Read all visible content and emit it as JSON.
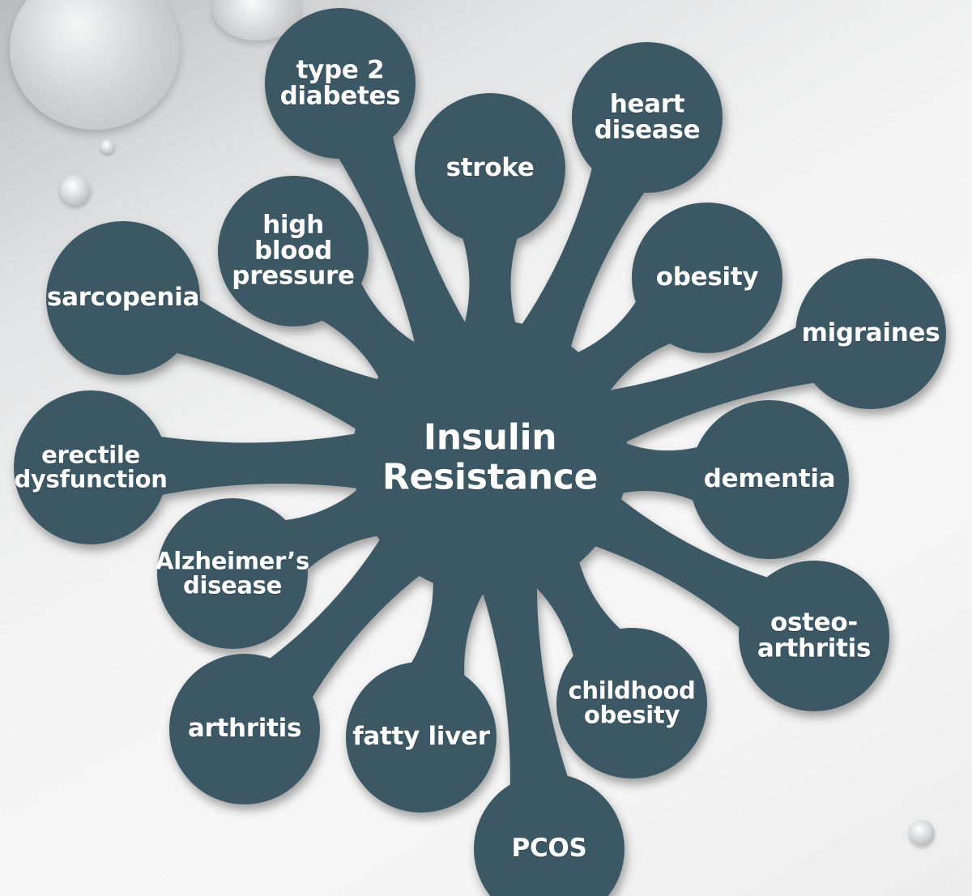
{
  "colors": {
    "node": "#3e5965",
    "text": "#ffffff"
  },
  "center": {
    "label": "Insulin\nResistance"
  },
  "nodes": [
    {
      "id": "type-2-diabetes",
      "label": "type 2\ndiabetes"
    },
    {
      "id": "stroke",
      "label": "stroke"
    },
    {
      "id": "heart-disease",
      "label": "heart\ndisease"
    },
    {
      "id": "obesity",
      "label": "obesity"
    },
    {
      "id": "migraines",
      "label": "migraines"
    },
    {
      "id": "dementia",
      "label": "dementia"
    },
    {
      "id": "osteoarthritis",
      "label": "osteo-\narthritis"
    },
    {
      "id": "childhood-obesity",
      "label": "childhood\nobesity"
    },
    {
      "id": "pcos",
      "label": "PCOS"
    },
    {
      "id": "fatty-liver",
      "label": "fatty liver"
    },
    {
      "id": "arthritis",
      "label": "arthritis"
    },
    {
      "id": "alzheimers-disease",
      "label": "Alzheimer’s\ndisease"
    },
    {
      "id": "erectile-dysfunction",
      "label": "erectile\ndysfunction"
    },
    {
      "id": "sarcopenia",
      "label": "sarcopenia"
    },
    {
      "id": "high-blood-pressure",
      "label": "high\nblood\npressure"
    }
  ]
}
